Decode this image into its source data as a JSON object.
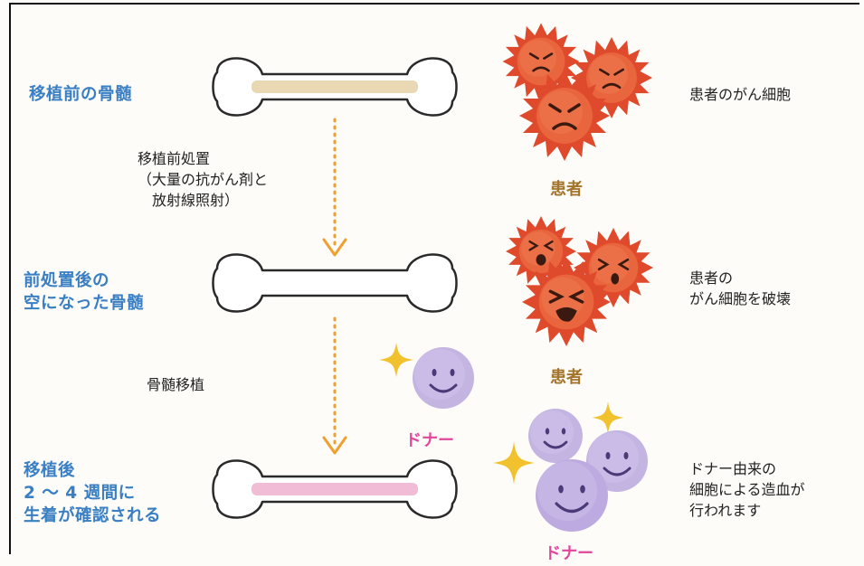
{
  "stages": [
    {
      "lines": [
        "移植前の骨髄"
      ]
    },
    {
      "lines": [
        "前処置後の",
        "空になった骨髄"
      ]
    },
    {
      "lines": [
        "移植後",
        "2 ～ 4 週間に",
        "生着が確認される"
      ]
    }
  ],
  "steps": [
    {
      "lines": [
        "移植前処置",
        "（大量の抗がん剤と",
        "　放射線照射）"
      ]
    },
    {
      "lines": [
        "骨髄移植"
      ]
    }
  ],
  "descriptions": [
    {
      "lines": [
        "患者のがん細胞"
      ]
    },
    {
      "lines": [
        "患者の",
        "がん細胞を破壊"
      ]
    },
    {
      "lines": [
        "ドナー由来の",
        "細胞による造血が",
        "行われます"
      ]
    }
  ],
  "tags": {
    "patient_1": "患者",
    "patient_2": "患者",
    "donor_1": "ドナー",
    "donor_2": "ドナー"
  },
  "icons": [
    "bone-icon",
    "cancer-cell-icon",
    "smiley-cell-icon",
    "sparkle-icon",
    "arrow-down-icon"
  ],
  "colors": {
    "stage_text": "#3a7fc4",
    "patient_tag": "#a2742c",
    "donor_tag": "#e0479b",
    "arrow": "#f0a030",
    "marrow_full": "#e9d8b4",
    "marrow_engrafted": "#f0bcd6",
    "cancer_cell": "#e65a36",
    "donor_cell": "#bfaede",
    "sparkle": "#f2c12e"
  }
}
